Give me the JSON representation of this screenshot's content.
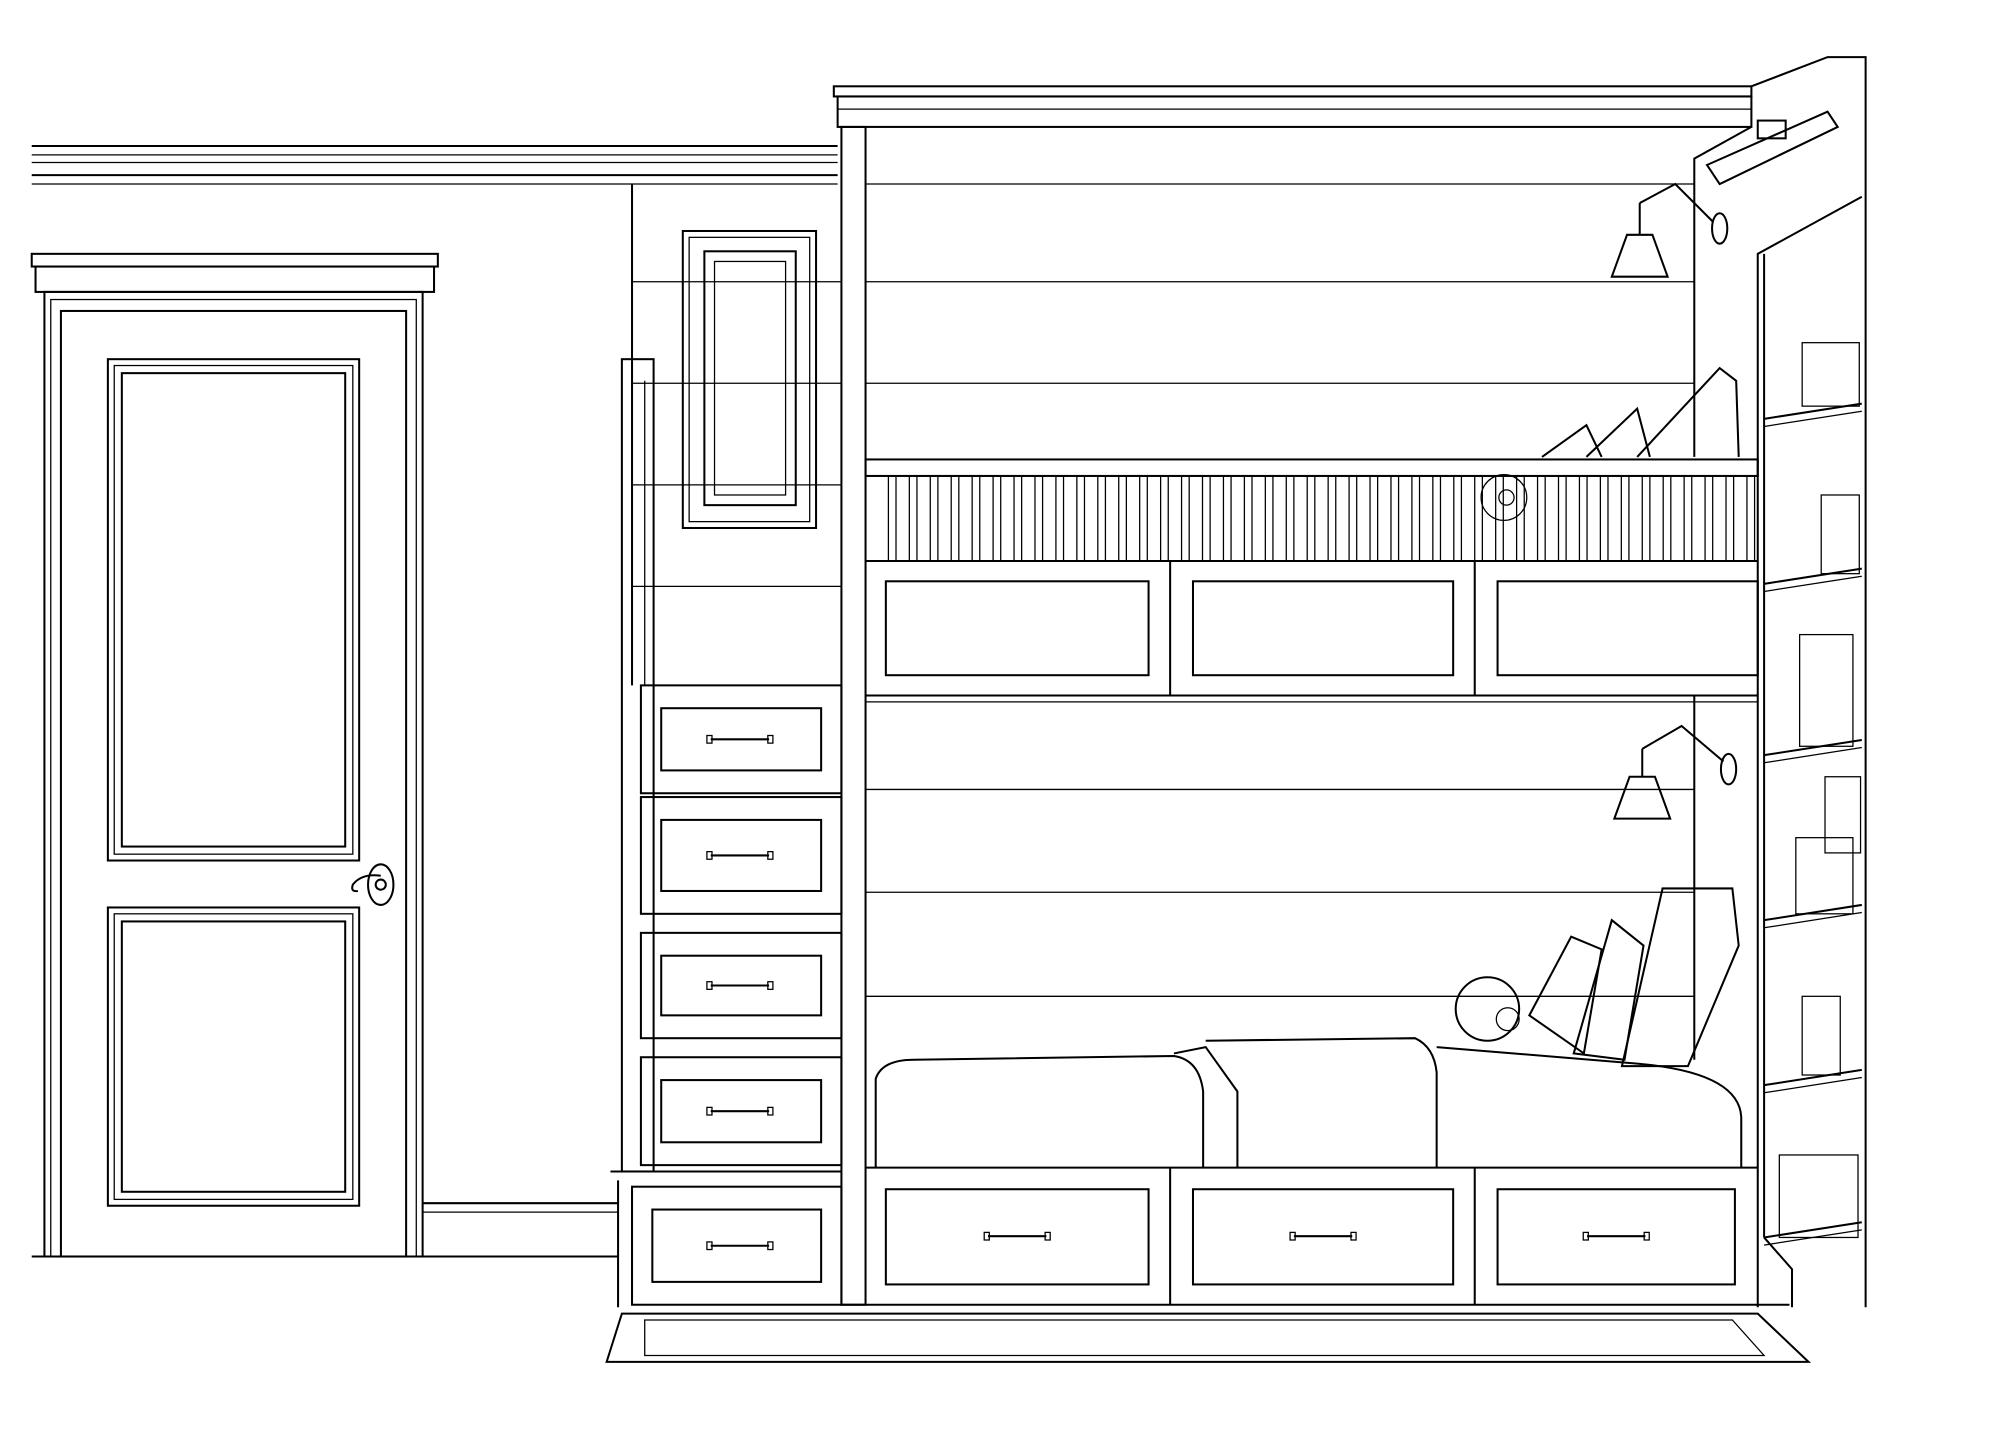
{
  "colors": {
    "line": "#000000",
    "background": "#ffffff"
  },
  "stair_drawer_count": 5,
  "upper_bunk_panel_count": 3,
  "lower_bunk_drawer_count": 3,
  "bookshelf_shelf_count": 6
}
